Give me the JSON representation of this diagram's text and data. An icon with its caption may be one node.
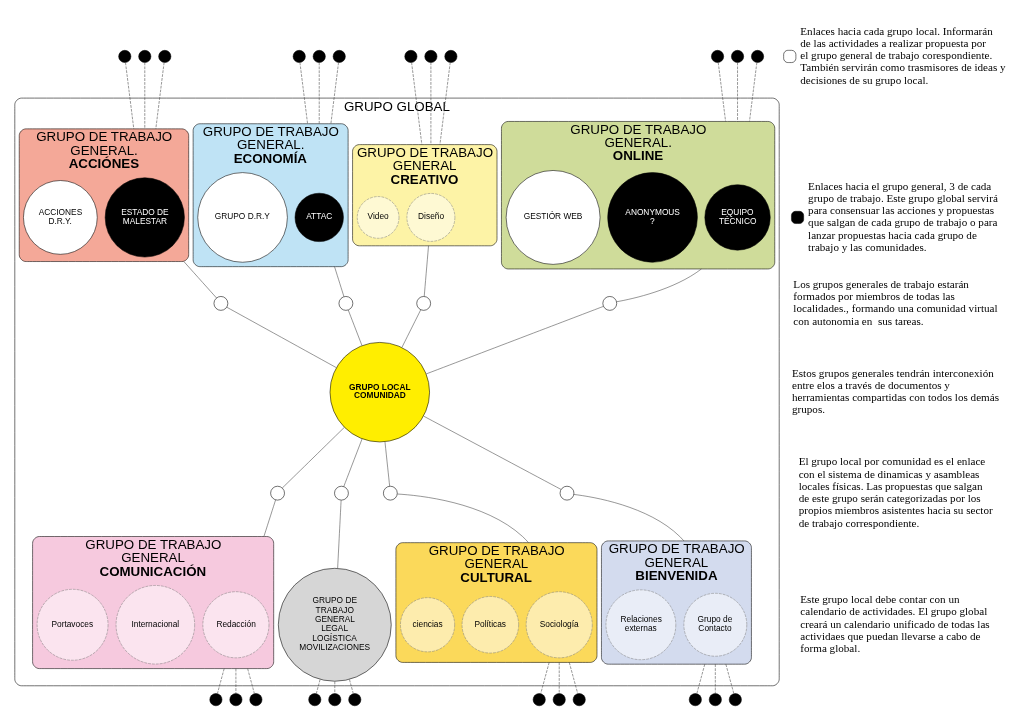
{
  "diagram": {
    "nodes": [
      {
        "text": [
          "GRUPO GLOBAL"
        ]
      },
      {
        "text": [
          "GRUPO DE TRABAJO GENERAL.",
          "ACCIÓNES"
        ],
        "in": 0
      },
      {
        "text": [
          "ESTADO DE MALESTAR"
        ],
        "in": 1
      },
      {
        "text": [
          "ACCIONES D.R.Y."
        ],
        "in": 1
      },
      {
        "text": [
          "GRUPO DE TRABAJO GENERAL.",
          "ECONOMÍA"
        ],
        "in": 0
      },
      {
        "text": [
          "ATTAC"
        ],
        "in": 4
      },
      {
        "text": [
          "GRUPO D.R.Y"
        ],
        "in": 4
      },
      {
        "text": [
          "GRUPO DE TRABAJO GENERAL",
          "CREATIVO"
        ],
        "in": 0
      },
      {
        "text": [
          "Diseño"
        ],
        "in": 7
      },
      {
        "text": [
          "Video"
        ],
        "in": 7
      },
      {
        "text": [
          "GRUPO DE TRABAJO GENERAL.",
          "ONLINE"
        ],
        "in": 0
      },
      {
        "text": [
          "EQUIPO TÉCNICO"
        ],
        "in": 10
      },
      {
        "text": [
          "ANONYMOUS",
          "?"
        ],
        "in": 10
      },
      {
        "text": [
          "GESTIÓR WEB"
        ],
        "in": 10
      },
      {
        "text": [
          "GRUPO LOCAL COMUNIDAD"
        ],
        "in": 0
      },
      {
        "text": [
          "GRUPO DE TRABAJO GENERAL",
          "COMUNICACIÓN"
        ],
        "in": 0
      },
      {
        "text": [
          "Redacción"
        ],
        "in": 15
      },
      {
        "text": [
          "Internacional"
        ],
        "in": 15
      },
      {
        "text": [
          "Portavoces"
        ],
        "in": 15
      },
      {
        "text": [
          "GRUPO DE TRABAJO GENERAL",
          "LEGAL LOGÍSTICA MOVILIZACIONES"
        ],
        "in": 0
      },
      {
        "text": [
          "GRUPO DE TRABAJO GENERAL",
          "CULTURAL"
        ],
        "in": 0
      },
      {
        "text": [
          "Sociología"
        ],
        "in": 20
      },
      {
        "text": [
          "Políticas"
        ],
        "in": 20
      },
      {
        "text": [
          "ciencias"
        ],
        "in": 20
      },
      {
        "text": [
          "GRUPO DE TRABAJO GENERAL",
          "BIENVENIDA"
        ],
        "in": 0
      },
      {
        "text": [
          "Grupo de Contacto"
        ],
        "in": 24
      },
      {
        "text": [
          "Relaciones externas"
        ],
        "in": 24
      },
      {
        "text": [],
        "shape": "circle",
        "in": 0
      },
      {
        "text": [],
        "shape": "circle",
        "in": 0
      },
      {
        "text": [],
        "shape": "circle",
        "in": 0
      },
      {
        "text": [],
        "shape": "circle",
        "in": 0
      },
      {
        "text": [],
        "shape": "circle",
        "in": 0
      },
      {
        "text": [],
        "shape": "circle",
        "in": 0
      },
      {
        "text": [],
        "shape": "circle",
        "in": 0
      },
      {
        "text": [],
        "shape": "circle",
        "in": 0
      },
      {
        "text": [],
        "shape": "circle"
      },
      {
        "text": [],
        "shape": "circle"
      },
      {
        "text": [],
        "shape": "circle"
      },
      {
        "text": [],
        "shape": "circle"
      },
      {
        "text": [],
        "shape": "circle"
      },
      {
        "text": [],
        "shape": "circle"
      },
      {
        "text": [],
        "shape": "circle"
      },
      {
        "text": [],
        "shape": "circle"
      },
      {
        "text": [],
        "shape": "circle"
      },
      {
        "text": [],
        "shape": "circle"
      },
      {
        "text": [],
        "shape": "circle"
      },
      {
        "text": [],
        "shape": "circle"
      },
      {
        "text": [],
        "shape": "circle"
      },
      {
        "text": [],
        "shape": "circle"
      },
      {
        "text": [],
        "shape": "circle"
      },
      {
        "text": [],
        "shape": "circle"
      },
      {
        "text": [],
        "shape": "circle"
      },
      {
        "text": [],
        "shape": "circle"
      },
      {
        "text": [],
        "shape": "circle"
      },
      {
        "text": [],
        "shape": "circle"
      },
      {
        "text": [],
        "shape": "circle"
      },
      {
        "text": [],
        "shape": "circle"
      },
      {
        "text": [],
        "shape": "circle"
      },
      {
        "text": [],
        "shape": "circle"
      }
    ],
    "edges": [
      {
        "from": 1,
        "to": 27,
        "arrow": "none"
      },
      {
        "from": 27,
        "to": 14,
        "arrow": "none"
      },
      {
        "from": 4,
        "to": 28,
        "arrow": "none"
      },
      {
        "from": 28,
        "to": 14,
        "arrow": "none"
      },
      {
        "from": 7,
        "to": 29,
        "arrow": "none"
      },
      {
        "from": 29,
        "to": 14,
        "arrow": "none"
      },
      {
        "from": 10,
        "to": 30,
        "arrow": "none"
      },
      {
        "from": 30,
        "to": 14,
        "arrow": "none"
      },
      {
        "from": 14,
        "to": 31,
        "arrow": "none"
      },
      {
        "from": 31,
        "to": 15,
        "arrow": "none"
      },
      {
        "from": 14,
        "to": 32,
        "arrow": "none"
      },
      {
        "from": 32,
        "to": 19,
        "arrow": "none"
      },
      {
        "from": 14,
        "to": 33,
        "arrow": "none"
      },
      {
        "from": 33,
        "to": 20,
        "arrow": "none"
      },
      {
        "from": 14,
        "to": 34,
        "arrow": "none"
      },
      {
        "from": 34,
        "to": 24,
        "arrow": "none"
      },
      {
        "from": 35,
        "to": 1,
        "arrow": "none",
        "style": "dashed"
      },
      {
        "from": 36,
        "to": 1,
        "arrow": "none",
        "style": "dashed"
      },
      {
        "from": 37,
        "to": 1,
        "arrow": "none",
        "style": "dashed"
      },
      {
        "from": 38,
        "to": 4,
        "arrow": "none",
        "style": "dashed"
      },
      {
        "from": 39,
        "to": 4,
        "arrow": "none",
        "style": "dashed"
      },
      {
        "from": 40,
        "to": 4,
        "arrow": "none",
        "style": "dashed"
      },
      {
        "from": 41,
        "to": 7,
        "arrow": "none",
        "style": "dashed"
      },
      {
        "from": 42,
        "to": 7,
        "arrow": "none",
        "style": "dashed"
      },
      {
        "from": 43,
        "to": 7,
        "arrow": "none",
        "style": "dashed"
      },
      {
        "from": 44,
        "to": 10,
        "arrow": "none",
        "style": "dashed"
      },
      {
        "from": 45,
        "to": 10,
        "arrow": "none",
        "style": "dashed"
      },
      {
        "from": 46,
        "to": 10,
        "arrow": "none",
        "style": "dashed"
      },
      {
        "from": 15,
        "to": 47,
        "arrow": "none",
        "style": "dashed"
      },
      {
        "from": 15,
        "to": 48,
        "arrow": "none",
        "style": "dashed"
      },
      {
        "from": 15,
        "to": 49,
        "arrow": "none",
        "style": "dashed"
      },
      {
        "from": 19,
        "to": 50,
        "arrow": "none",
        "style": "dashed"
      },
      {
        "from": 19,
        "to": 51,
        "arrow": "none",
        "style": "dashed"
      },
      {
        "from": 19,
        "to": 52,
        "arrow": "none",
        "style": "dashed"
      },
      {
        "from": 20,
        "to": 53,
        "arrow": "none",
        "style": "dashed"
      },
      {
        "from": 20,
        "to": 54,
        "arrow": "none",
        "style": "dashed"
      },
      {
        "from": 20,
        "to": 55,
        "arrow": "none",
        "style": "dashed"
      },
      {
        "from": 24,
        "to": 56,
        "arrow": "none",
        "style": "dashed"
      },
      {
        "from": 24,
        "to": 57,
        "arrow": "none",
        "style": "dashed"
      },
      {
        "from": 24,
        "to": 58,
        "arrow": "none",
        "style": "dashed"
      }
    ],
    "labels": [
      "Los grupos generales de trabajo estarán formados por miembros de todas las localidades., formando una comunidad virtual con autonomia en  sus tareas.",
      "Estos grupos generales tendrán interconexión entre elos a través de documentos y herramientas compartidas con todos los demás grupos.",
      "El grupo local por comunidad es el enlace con el sistema de dinamicas y asambleas locales físicas. Las propuestas que salgan de este grupo serán categorizadas por los propios miembros asistentes hacia su sector de trabajo correspondiente.",
      "Este grupo local debe contar con un calendario de actividades. El grupo global creará un calendario unificado de todas las actividaes que puedan llevarse a cabo de forma global."
    ],
    "legend": [
      {
        "text": "Enlaces hacia cada grupo local. Informarán de las actividades a realizar propuesta por el grupo general de trabajo corespondiente. También servirán como trasmisores de ideas y decisiones de su grupo local."
      },
      {
        "text": "Enlaces hacia el grupo general, 3 de cada grupo de trabajo. Este grupo global servirá para consensuar las acciones y propuestas que salgan de cada grupo de trabajo o para lanzar propuestas hacia cada grupo de trabajo y las comunidades."
      }
    ]
  }
}
